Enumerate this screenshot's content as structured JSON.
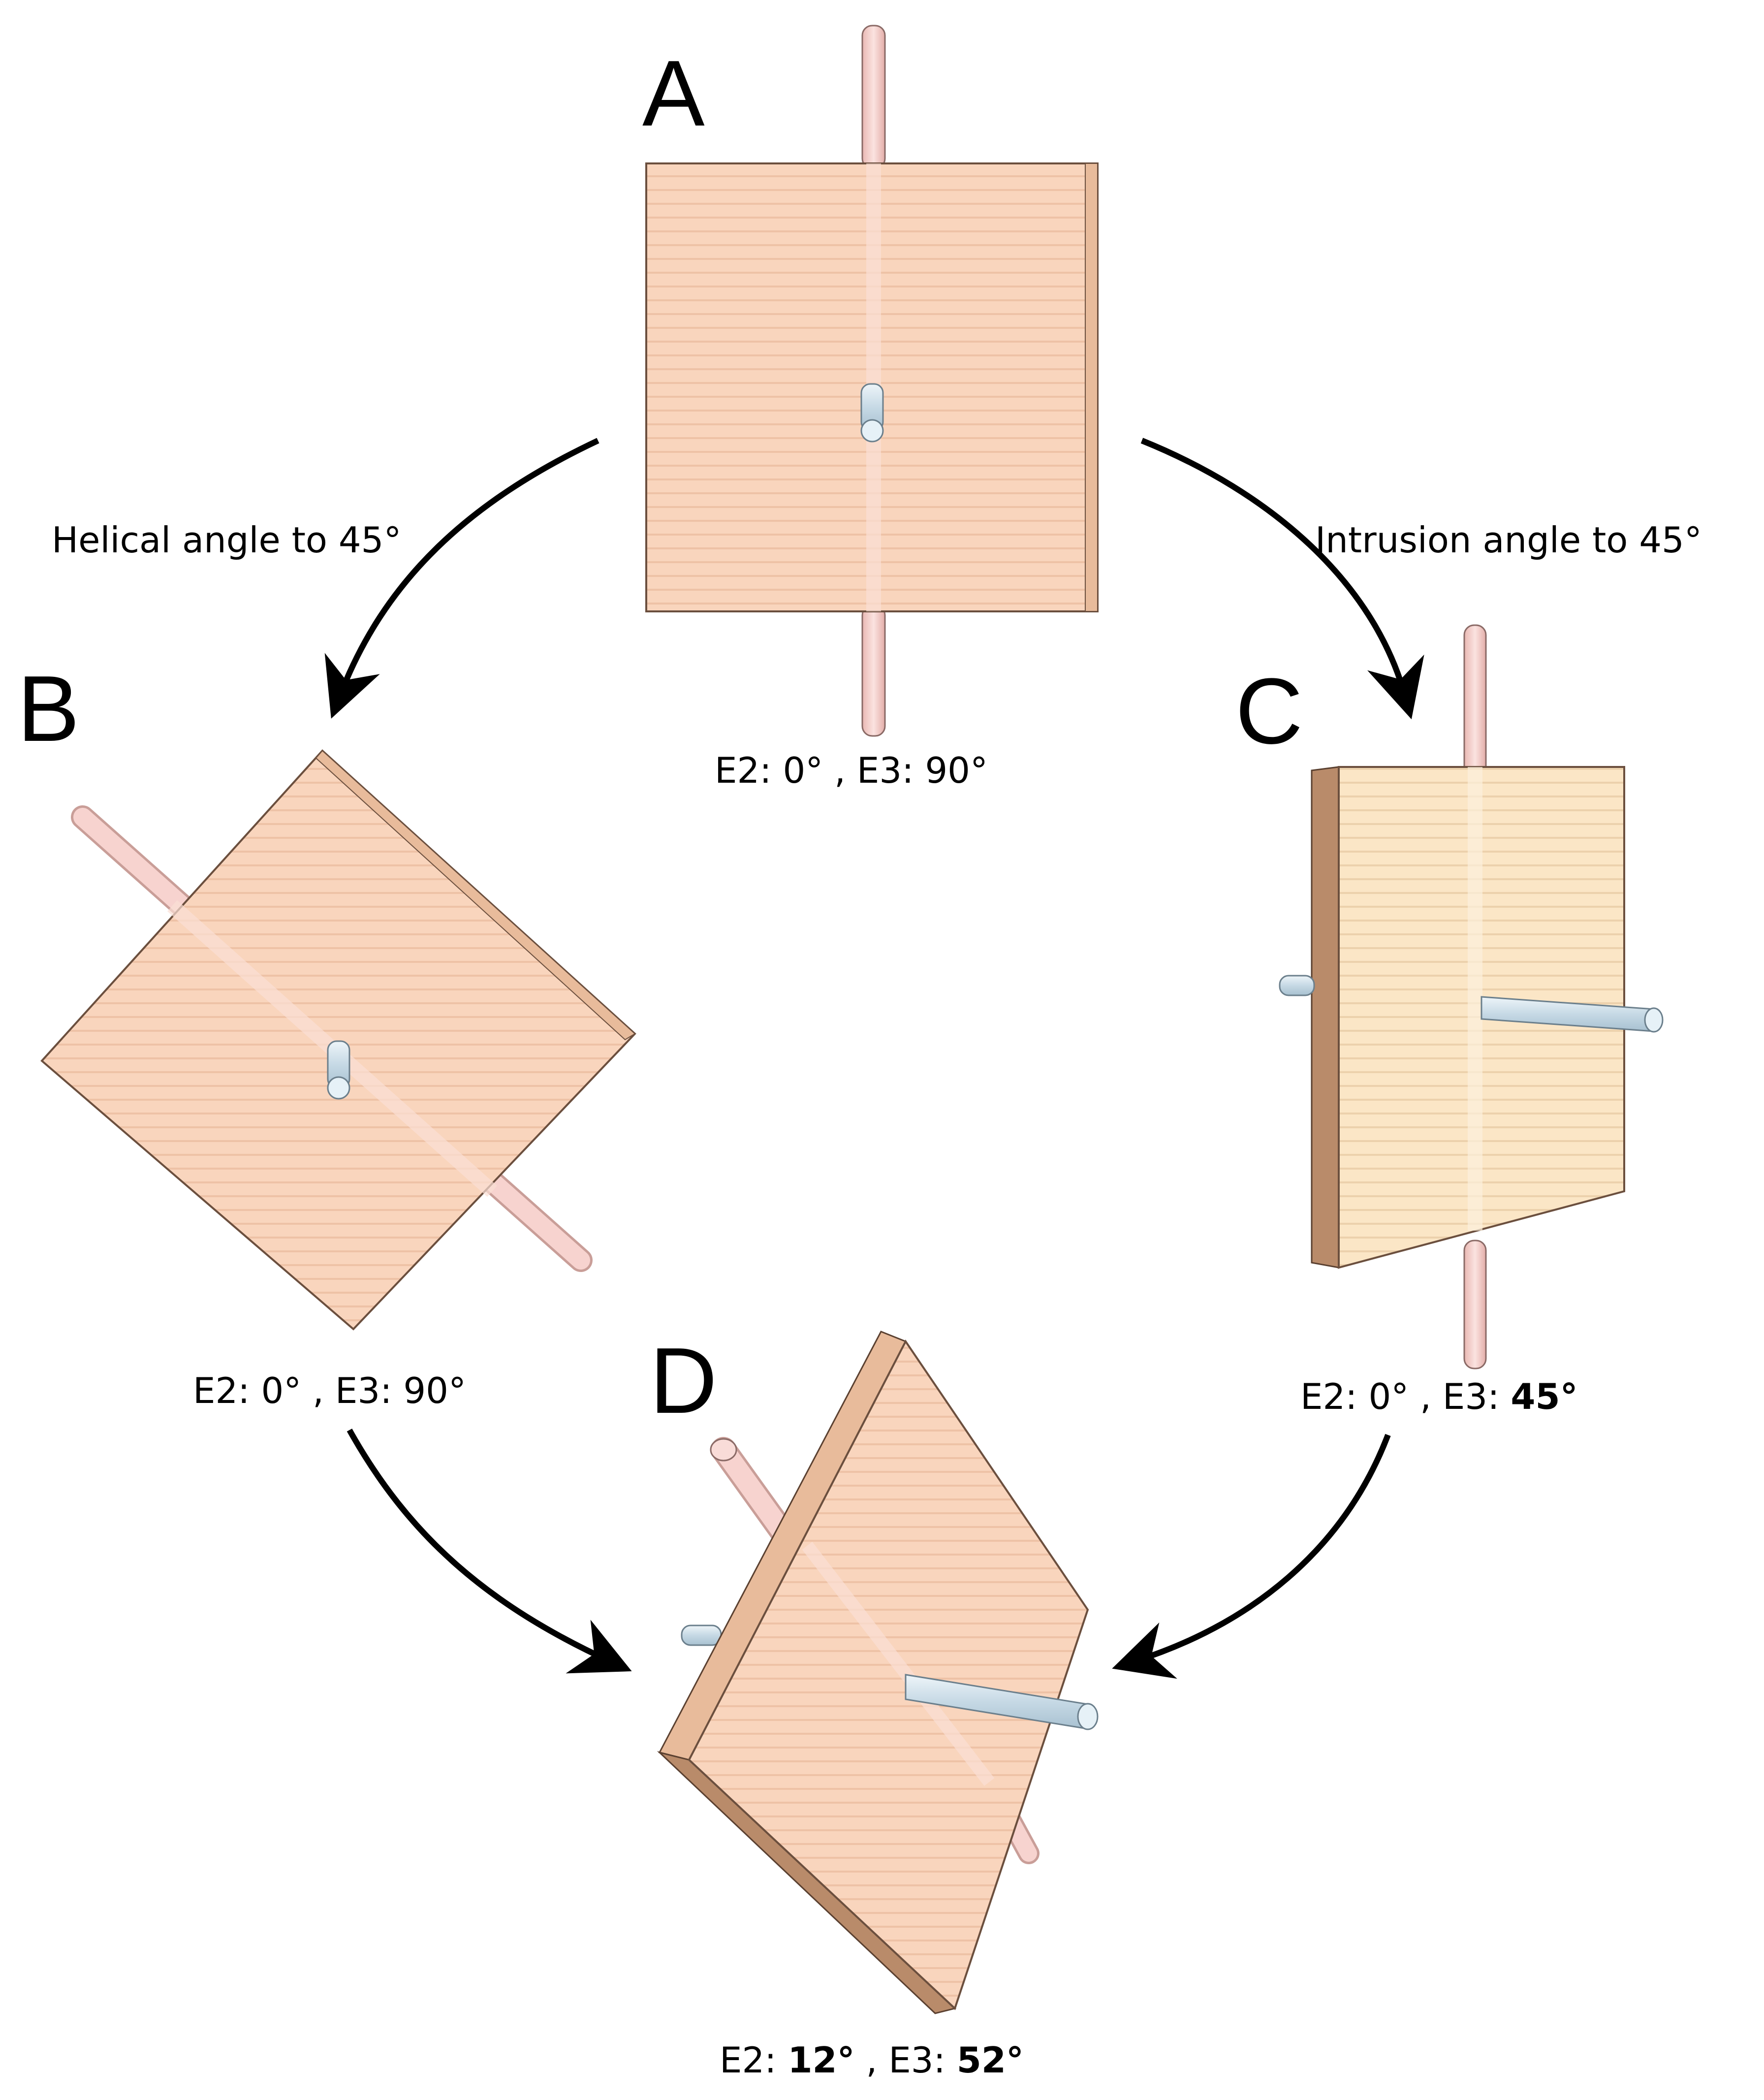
{
  "panels": {
    "A": {
      "letter": "A",
      "e2_label": "E2: ",
      "e2_value": "0°",
      "e3_label": " , E3: ",
      "e3_value": "90°"
    },
    "B": {
      "letter": "B",
      "e2_label": "E2: ",
      "e2_value": "0°",
      "e3_label": " , E3: ",
      "e3_value": "90°"
    },
    "C": {
      "letter": "C",
      "e2_label": "E2: ",
      "e2_value": "0°",
      "e3_label": " , E3: ",
      "e3_value": "45°"
    },
    "D": {
      "letter": "D",
      "e2_label": "E2: ",
      "e2_value": "12°",
      "e3_label": " , E3: ",
      "e3_value": "52°"
    }
  },
  "arrows": {
    "a_to_b": "Helical angle to 45°",
    "a_to_c": "Intrusion angle to 45°"
  },
  "colors": {
    "fascicle_pink": "#f9d5bd",
    "fascicle_pink_edge": "#c9a58b",
    "fascicle_cream": "#fbe6c6",
    "fascicle_side": "#b98b6a",
    "rod_pink": "#f7d3cf",
    "rod_blue": "#cfe0ea",
    "arrow": "#000000"
  }
}
